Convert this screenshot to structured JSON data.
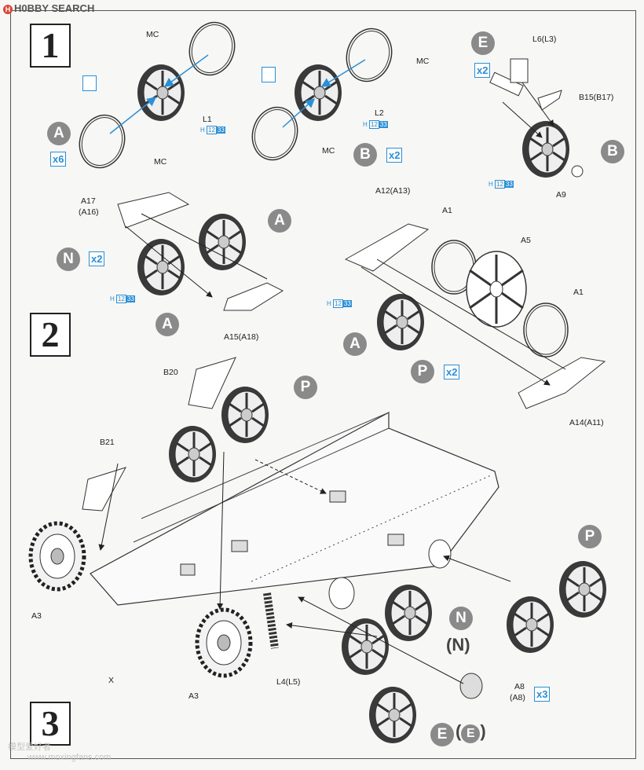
{
  "watermark": {
    "brand": "H0BBY SEARCH",
    "icon": "hobbysearch-logo-icon",
    "site": "www.moxingfans.com",
    "site_cn": "模型爱好者"
  },
  "steps": [
    "1",
    "2",
    "3"
  ],
  "callouts": {
    "A": "A",
    "B": "B",
    "E": "E",
    "N": "N",
    "P": "P",
    "N_paren": "(N)",
    "E_paren_open": "(",
    "E_paren_letter": "E",
    "E_paren_close": ")"
  },
  "multipliers": {
    "x6": "x6",
    "x2": "x2",
    "x3": "x3"
  },
  "paint": {
    "h": "H",
    "c1": "12",
    "c2": "33"
  },
  "labels": {
    "mc": "MC",
    "l1": "L1",
    "l2": "L2",
    "l6": "L6(L3)",
    "b15": "B15(B17)",
    "a9": "A9",
    "a17": "A17",
    "a16": "(A16)",
    "a12": "A12(A13)",
    "a1": "A1",
    "a5": "A5",
    "a15": "A15(A18)",
    "a14": "A14(A11)",
    "b20": "B20",
    "b21": "B21",
    "a3": "A3",
    "x": "X",
    "l4": "L4(L5)",
    "a8": "A8",
    "a8p": "(A8)"
  },
  "colors": {
    "accent": "#2a8fd6",
    "callout": "#8a8a8a",
    "ink": "#222222"
  },
  "icons": [
    "glue-drop-icon",
    "road-wheel-icon",
    "sprocket-icon",
    "idler-wheel-icon"
  ]
}
